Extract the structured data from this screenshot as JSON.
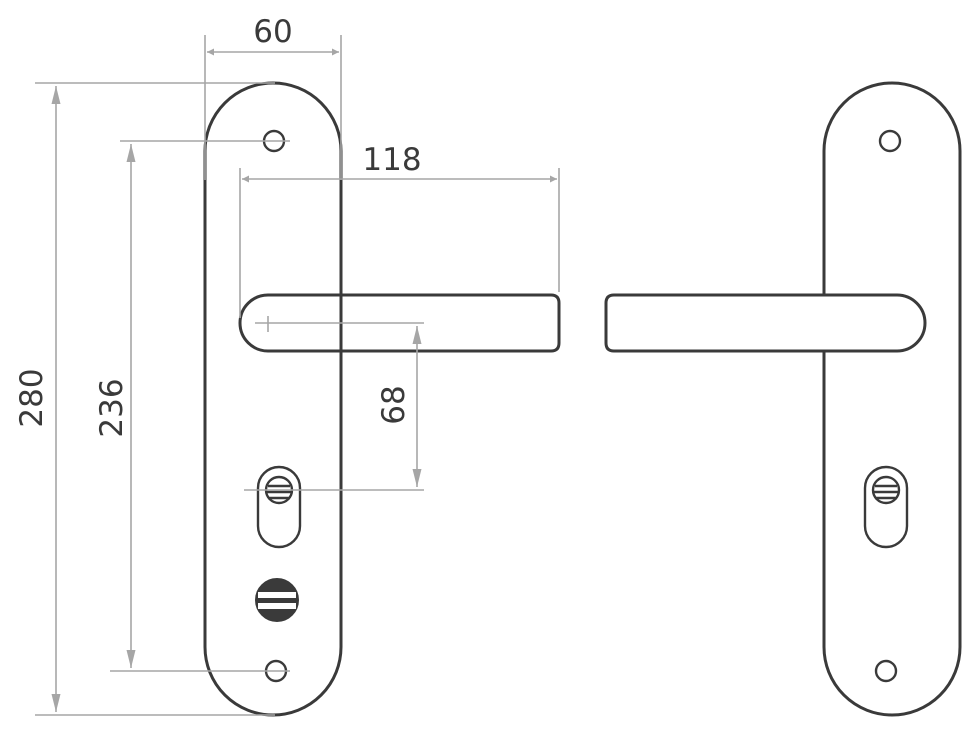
{
  "dimensions": {
    "plate_width": "60",
    "overall_height": "280",
    "screw_spacing": "236",
    "handle_length": "118",
    "handle_to_keyhole": "68"
  },
  "colors": {
    "outline": "#3a3a3a",
    "dimension_line": "#a6a6a6",
    "background": "#ffffff"
  }
}
